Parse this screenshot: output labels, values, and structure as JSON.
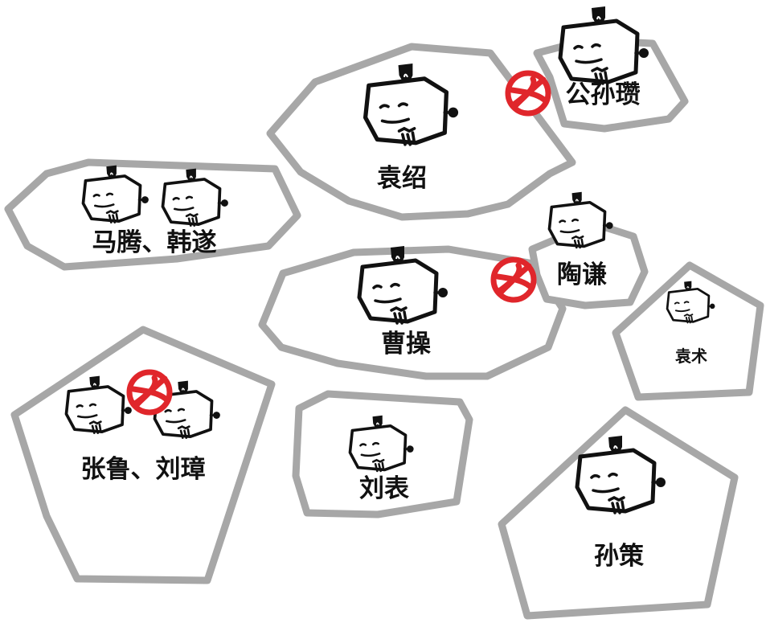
{
  "colors": {
    "region_border": "#a7a7a7",
    "ink": "#111111",
    "conflict_mark": "#e0262b"
  },
  "regions": [
    {
      "id": "yuanshao",
      "label": "袁绍"
    },
    {
      "id": "gongsunzan",
      "label": "公孙瓒"
    },
    {
      "id": "mateng",
      "label": "马腾、韩遂"
    },
    {
      "id": "caocao",
      "label": "曹操"
    },
    {
      "id": "taoqian",
      "label": "陶谦"
    },
    {
      "id": "yuanshu",
      "label": "袁术"
    },
    {
      "id": "zhanglu",
      "label": "张鲁、刘璋"
    },
    {
      "id": "liubiao",
      "label": "刘表"
    },
    {
      "id": "sunce",
      "label": "孙策"
    }
  ],
  "conflicts": [
    {
      "between": [
        "袁绍",
        "公孙瓒"
      ],
      "icon": "red-cross-circle-icon"
    },
    {
      "between": [
        "曹操",
        "陶谦"
      ],
      "icon": "red-cross-circle-icon"
    },
    {
      "between": [
        "张鲁",
        "刘璋"
      ],
      "icon": "red-cross-circle-icon"
    }
  ],
  "icons": {
    "figure": "warlord-head-icon"
  }
}
